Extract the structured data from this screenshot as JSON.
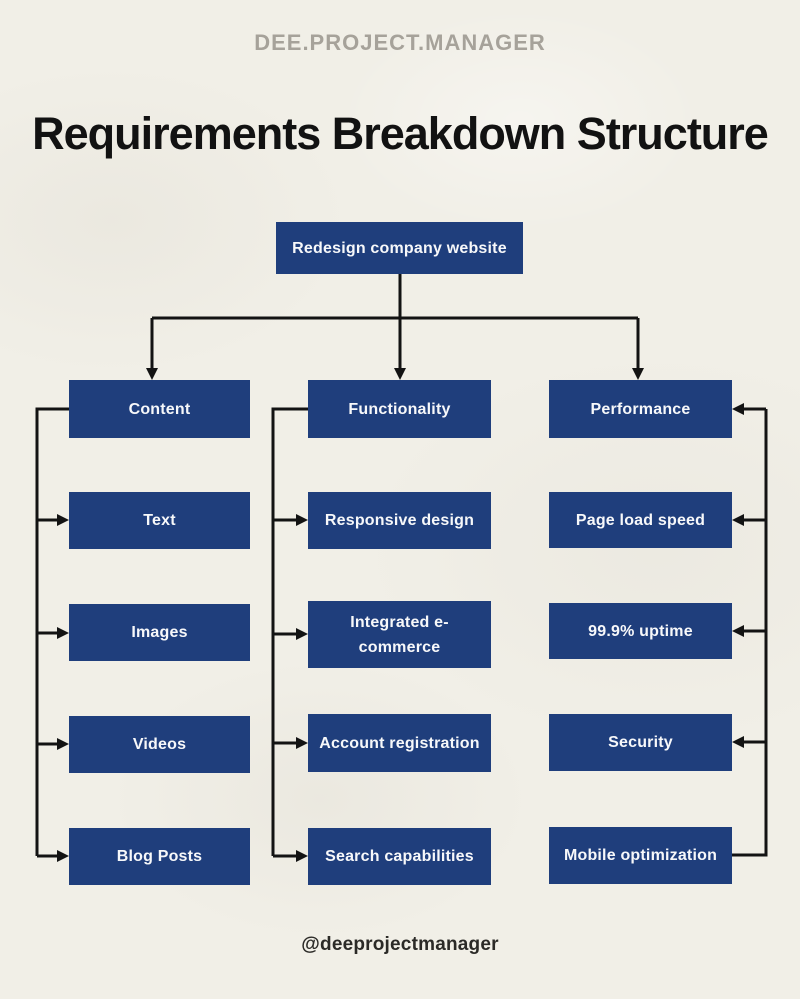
{
  "header": {
    "brand": "DEE.PROJECT.MANAGER",
    "title": "Requirements Breakdown Structure"
  },
  "footer": {
    "handle": "@deeprojectmanager"
  },
  "colors": {
    "background": "#f1efe7",
    "node_fill": "#1f3e7c",
    "node_text": "#f7f8fa",
    "connector": "#131313",
    "brand_text": "#a6a29a",
    "title_text": "#121212",
    "footer_text": "#2b2a27"
  },
  "chart_data": {
    "type": "tree",
    "title": "Requirements Breakdown Structure",
    "root": "Redesign company website",
    "branches": [
      {
        "label": "Content",
        "children": [
          "Text",
          "Images",
          "Videos",
          "Blog Posts"
        ]
      },
      {
        "label": "Functionality",
        "children": [
          "Responsive design",
          "Integrated e-commerce",
          "Account registration",
          "Search capabilities"
        ]
      },
      {
        "label": "Performance",
        "children": [
          "Page load speed",
          "99.9% uptime",
          "Security",
          "Mobile optimization"
        ]
      }
    ]
  }
}
